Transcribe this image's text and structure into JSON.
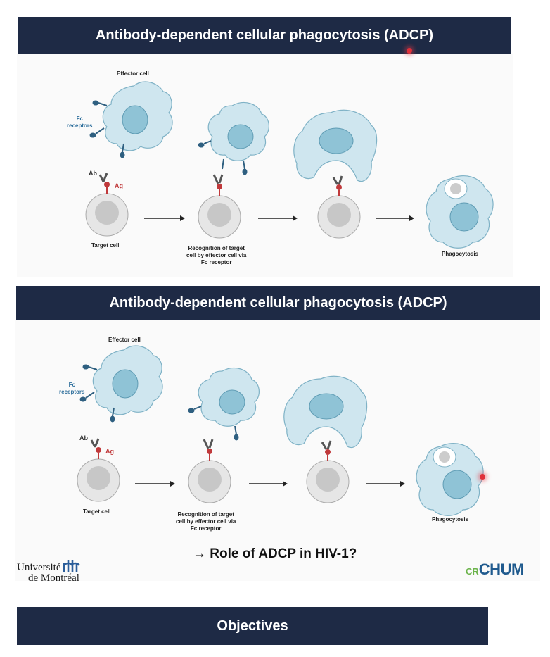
{
  "slide1": {
    "title": "Antibody-dependent cellular phagocytosis (ADCP)"
  },
  "slide2": {
    "title": "Antibody-dependent cellular phagocytosis (ADCP)",
    "question": "→ Role of ADCP in HIV-1?"
  },
  "slide3": {
    "title": "Objectives"
  },
  "diagram": {
    "effector_cell": "Effector cell",
    "fc_receptors_line1": "Fc",
    "fc_receptors_line2": "receptors",
    "ab": "Ab",
    "ag": "Ag",
    "target_cell": "Target cell",
    "recognition_line1": "Recognition of target",
    "recognition_line2": "cell by effector cell via",
    "recognition_line3": "Fc receptor",
    "phagocytosis": "Phagocytosis"
  },
  "logos": {
    "udem_line1": "Université",
    "udem_line2": "de Montréal",
    "crchum_cr": "CR",
    "crchum_chum": "CHUM"
  },
  "colors": {
    "banner": "#1e2a45",
    "effector_fill": "#cfe6ef",
    "nucleus": "#8fc3d6",
    "target_fill": "#e6e6e6",
    "antigen": "#c0393b",
    "receptor": "#2e5f80"
  }
}
